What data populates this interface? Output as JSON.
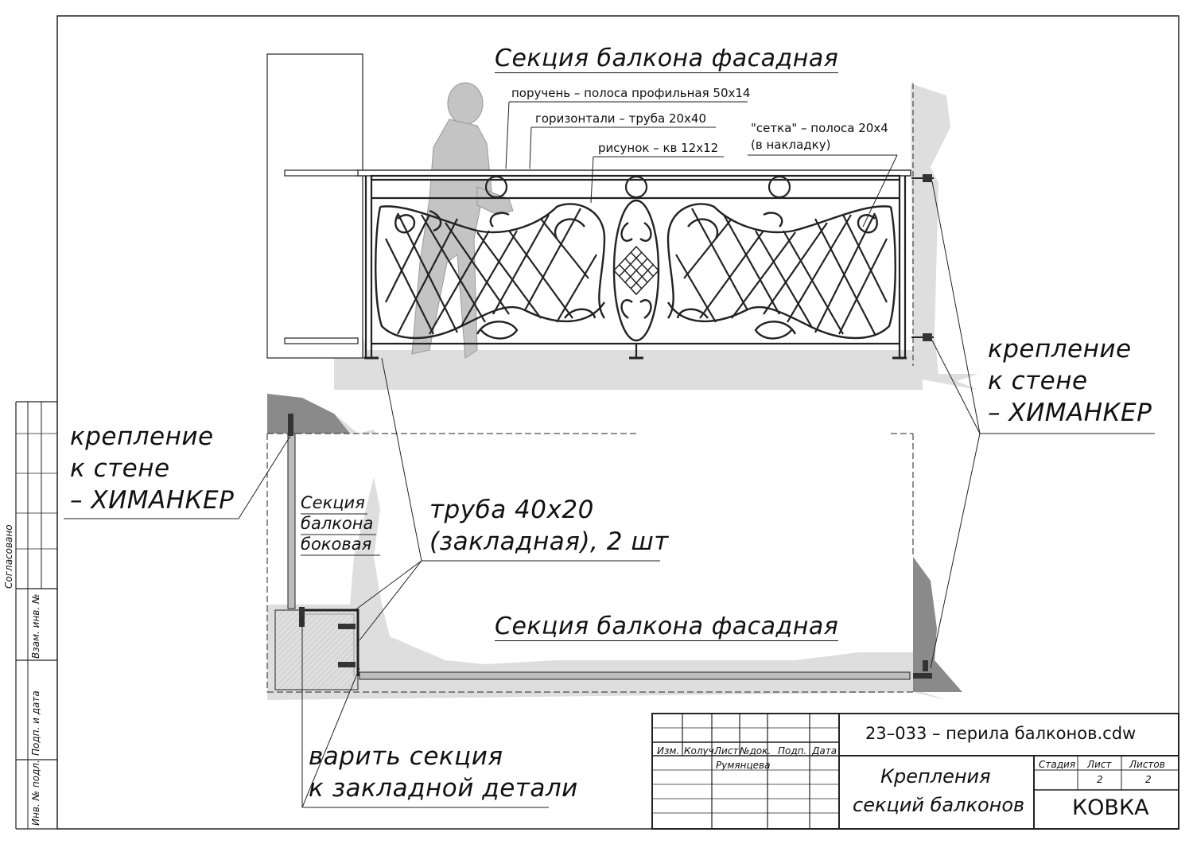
{
  "drawing": {
    "title_top": "Секция балкона фасадная",
    "title_bottom": "Секция балкона фасадная",
    "callouts": {
      "handrail": "поручень – полоса профильная 50х14",
      "horizontals": "горизонтали – труба 20х40",
      "pattern": "рисунок – кв 12х12",
      "mesh_line1": "\"сетка\" – полоса 20х4",
      "mesh_line2": "(в накладку)"
    },
    "anchor_right": [
      "крепление",
      "к стене",
      "– ХИМАНКЕР"
    ],
    "anchor_left": [
      "крепление",
      "к стене",
      "– ХИМАНКЕР"
    ],
    "side_section": [
      "Секция",
      "балкона",
      "боковая"
    ],
    "embed_pipe": [
      "труба 40х20",
      "(закладная), 2 шт"
    ],
    "weld_note": [
      "варить секция",
      "к закладной детали"
    ]
  },
  "stamp": {
    "file_name": "23–033 – перила балконов.cdw",
    "headers": [
      "Изм.",
      "Колуч.",
      "Лист",
      "№док.",
      "Подп.",
      "Дата"
    ],
    "author": "Румянцева",
    "title_lines": [
      "Крепления",
      "секций балконов"
    ],
    "stage_header": "Стадия",
    "sheet_header": "Лист",
    "sheets_header": "Листов",
    "sheet_value": "2",
    "sheets_value": "2",
    "company": "КОВКА"
  },
  "side_stamp": {
    "agreed": "Согласовано",
    "vzam": "Взам. инв. №",
    "podp_data": "Подп. и дата",
    "inv_podl": "Инв. № подл."
  },
  "colors": {
    "line": "#111111",
    "wall_shade": "#dedede",
    "dark_wall": "#8a8a8a",
    "person": "#c4c4c4",
    "pipe": "#bdbdbd"
  }
}
